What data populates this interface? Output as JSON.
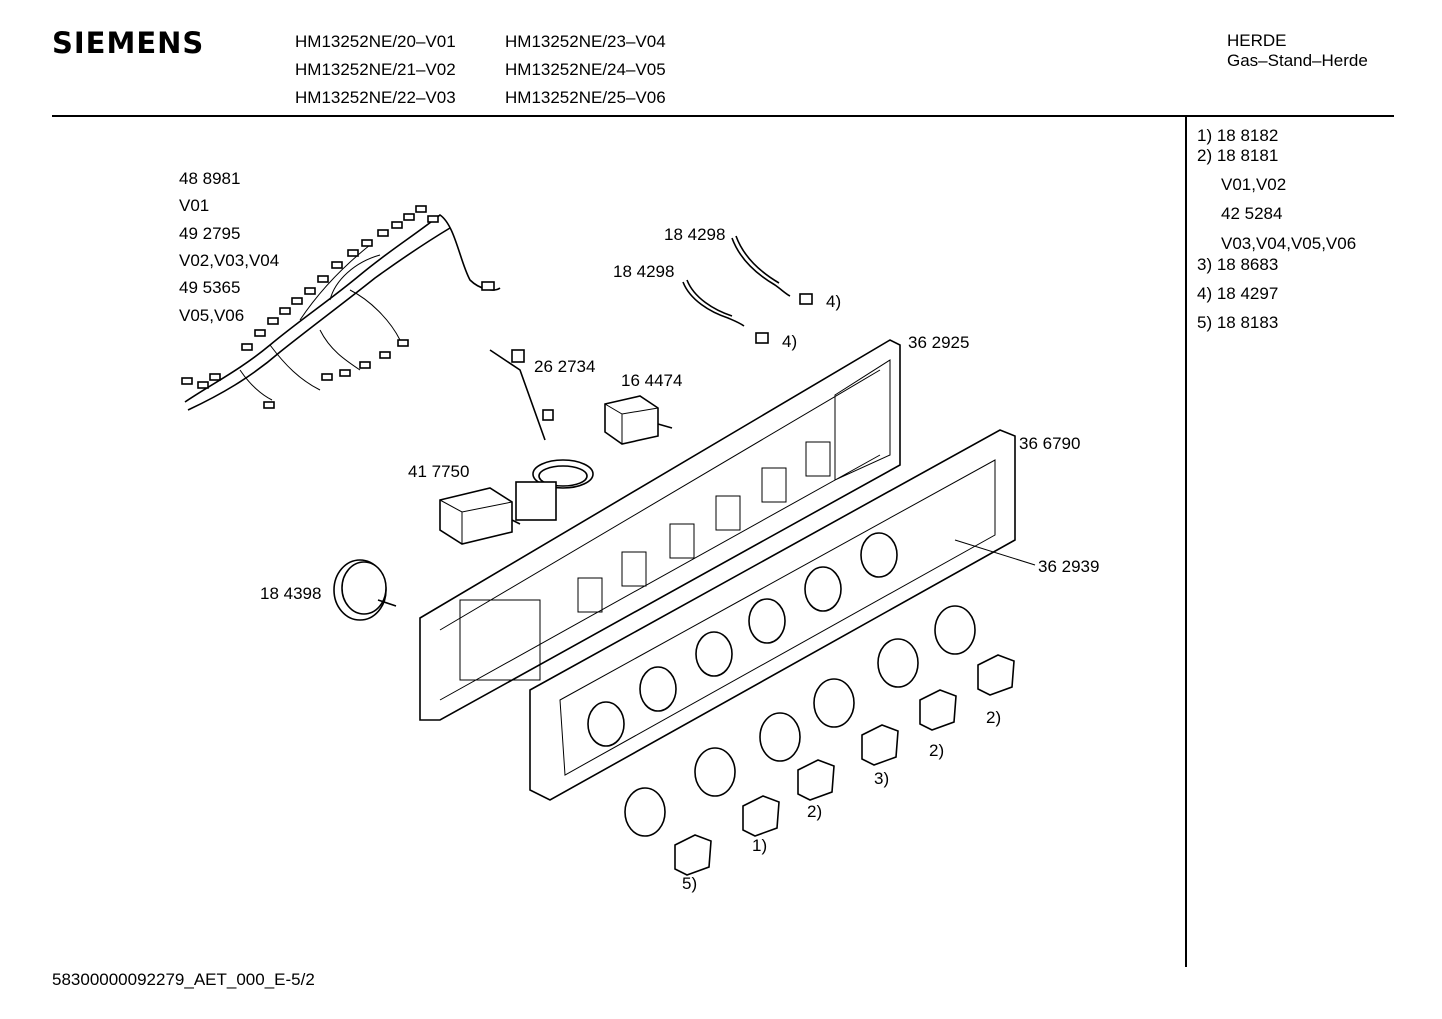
{
  "brand": "SIEMENS",
  "models": [
    "HM13252NE/20–V01",
    "HM13252NE/21–V02",
    "HM13252NE/22–V03",
    "HM13252NE/23–V04",
    "HM13252NE/24–V05",
    "HM13252NE/25–V06"
  ],
  "category": {
    "line1": "HERDE",
    "line2": "Gas–Stand–Herde"
  },
  "legend": [
    "1)  18 8182",
    "2)  18 8181",
    "V01,V02",
    "42 5284",
    "V03,V04,V05,V06",
    "3)  18 8683",
    "4)  18 4297",
    "5)  18 8183"
  ],
  "harness_labels": [
    "48 8981",
    "V01",
    "49 2795",
    "V02,V03,V04",
    "49 5365",
    "V05,V06"
  ],
  "part_labels": {
    "p184298a": "18 4298",
    "p184298b": "18 4298",
    "p4a": "4)",
    "p4b": "4)",
    "p262734": "26 2734",
    "p164474": "16 4474",
    "p362925": "36 2925",
    "p366790": "36 6790",
    "p417750": "41 7750",
    "p362939": "36 2939",
    "p184398": "18 4398",
    "k2a": "2)",
    "k2b": "2)",
    "k3": "3)",
    "k2c": "2)",
    "k1": "1)",
    "k5": "5)"
  },
  "footer": "58300000092279_AET_000_E-5/2"
}
